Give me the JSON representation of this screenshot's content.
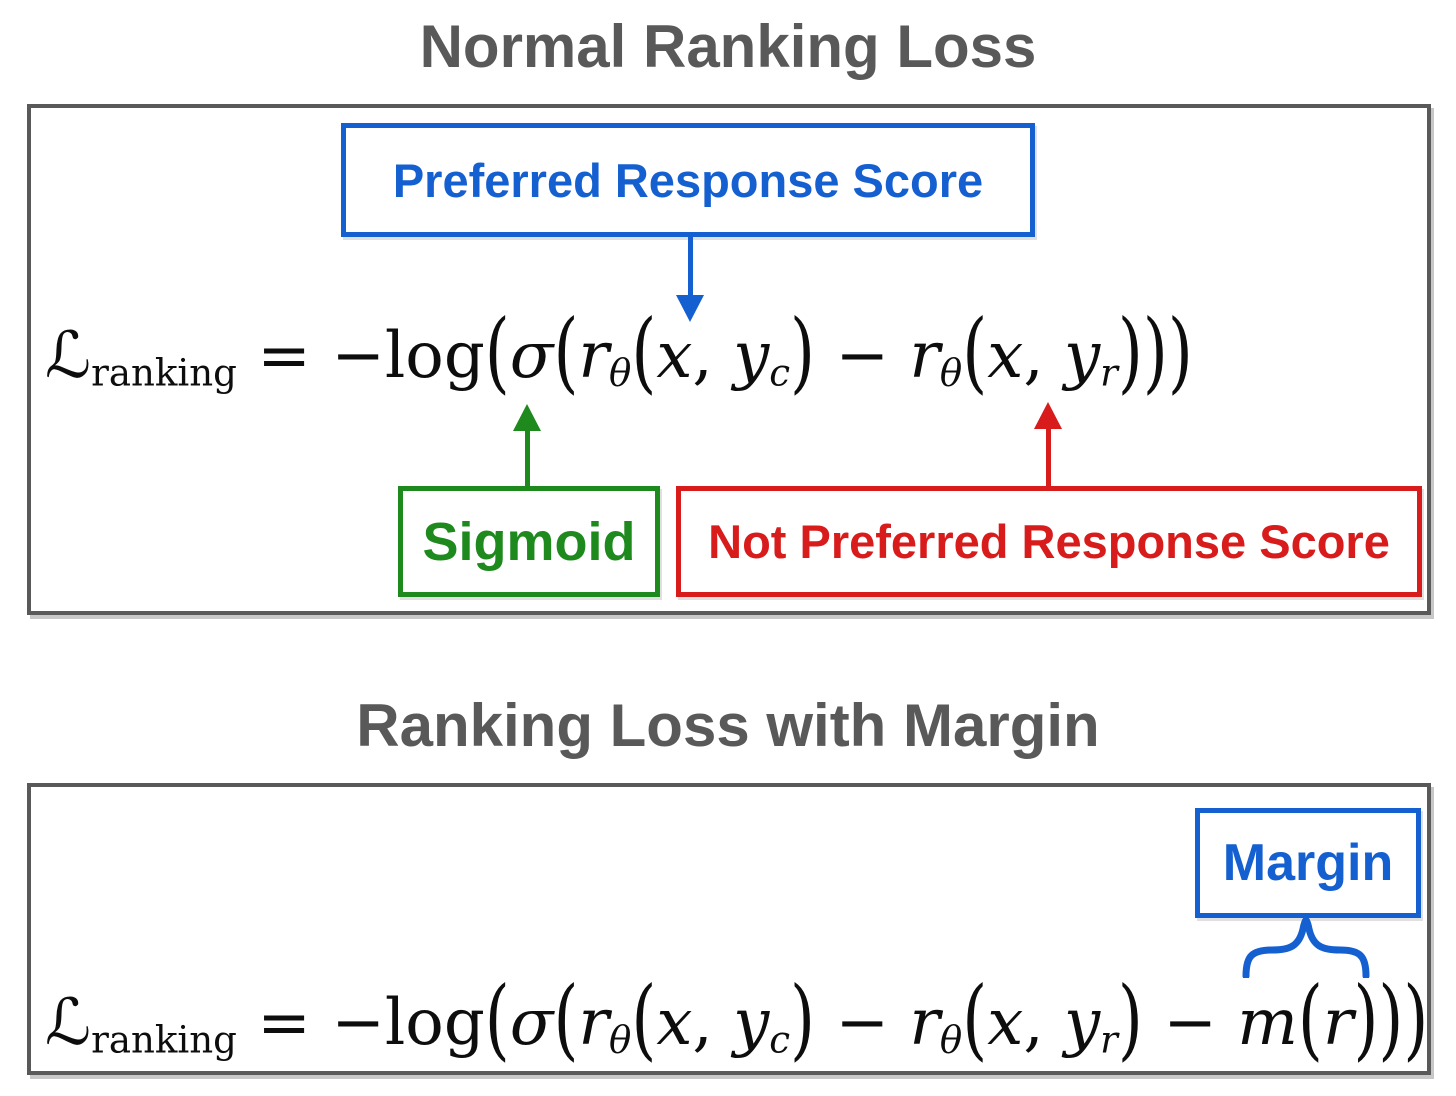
{
  "colors": {
    "gray": "#595959",
    "blue": "#1560d0",
    "green": "#1e8a1e",
    "red": "#d81c1c",
    "ink": "#0d0d0d"
  },
  "titles": {
    "first": "Normal Ranking Loss",
    "second": "Ranking Loss with Margin"
  },
  "panel1": {
    "labels": {
      "preferred_response_score": "Preferred Response Score",
      "sigmoid": "Sigmoid",
      "not_preferred_response_score": "Not Preferred Response Score"
    }
  },
  "panel2": {
    "labels": {
      "margin": "Margin"
    }
  },
  "formulas_plain": {
    "normal_ranking_loss": "ℒ_ranking = −log(σ(r_θ(x, y_c) − r_θ(x, y_r)))",
    "ranking_loss_with_margin": "ℒ_ranking = −log(σ(r_θ(x, y_c) − r_θ(x, y_r) − m(r)))"
  },
  "formulas": {
    "normal_ranking_loss": [
      {
        "c": "scr",
        "v": "ℒ"
      },
      {
        "c": "subr",
        "v": "ranking"
      },
      {
        "c": "rom",
        "v": " = −log"
      },
      {
        "c": "par",
        "v": "("
      },
      {
        "c": "it",
        "v": "σ"
      },
      {
        "c": "par",
        "v": "("
      },
      {
        "c": "it",
        "v": "r"
      },
      {
        "c": "subi",
        "v": "θ"
      },
      {
        "c": "par",
        "v": "("
      },
      {
        "c": "it",
        "v": "x"
      },
      {
        "c": "rom",
        "v": ", "
      },
      {
        "c": "it",
        "v": "y"
      },
      {
        "c": "subi",
        "v": "c"
      },
      {
        "c": "par",
        "v": ")"
      },
      {
        "c": "rom",
        "v": " − "
      },
      {
        "c": "it",
        "v": "r"
      },
      {
        "c": "subi",
        "v": "θ"
      },
      {
        "c": "par",
        "v": "("
      },
      {
        "c": "it",
        "v": "x"
      },
      {
        "c": "rom",
        "v": ", "
      },
      {
        "c": "it",
        "v": "y"
      },
      {
        "c": "subi",
        "v": "r"
      },
      {
        "c": "par",
        "v": ")"
      },
      {
        "c": "par",
        "v": ")"
      },
      {
        "c": "par",
        "v": ")"
      }
    ],
    "ranking_loss_with_margin": [
      {
        "c": "scr",
        "v": "ℒ"
      },
      {
        "c": "subr",
        "v": "ranking"
      },
      {
        "c": "rom",
        "v": " = −log"
      },
      {
        "c": "par",
        "v": "("
      },
      {
        "c": "it",
        "v": "σ"
      },
      {
        "c": "par",
        "v": "("
      },
      {
        "c": "it",
        "v": "r"
      },
      {
        "c": "subi",
        "v": "θ"
      },
      {
        "c": "par",
        "v": "("
      },
      {
        "c": "it",
        "v": "x"
      },
      {
        "c": "rom",
        "v": ", "
      },
      {
        "c": "it",
        "v": "y"
      },
      {
        "c": "subi",
        "v": "c"
      },
      {
        "c": "par",
        "v": ")"
      },
      {
        "c": "rom",
        "v": " − "
      },
      {
        "c": "it",
        "v": "r"
      },
      {
        "c": "subi",
        "v": "θ"
      },
      {
        "c": "par",
        "v": "("
      },
      {
        "c": "it",
        "v": "x"
      },
      {
        "c": "rom",
        "v": ", "
      },
      {
        "c": "it",
        "v": "y"
      },
      {
        "c": "subi",
        "v": "r"
      },
      {
        "c": "par",
        "v": ")"
      },
      {
        "c": "rom",
        "v": " − "
      },
      {
        "c": "it",
        "v": "m"
      },
      {
        "c": "par",
        "v": "("
      },
      {
        "c": "it",
        "v": "r"
      },
      {
        "c": "par",
        "v": ")"
      },
      {
        "c": "par",
        "v": ")"
      },
      {
        "c": "par",
        "v": ")"
      }
    ]
  }
}
